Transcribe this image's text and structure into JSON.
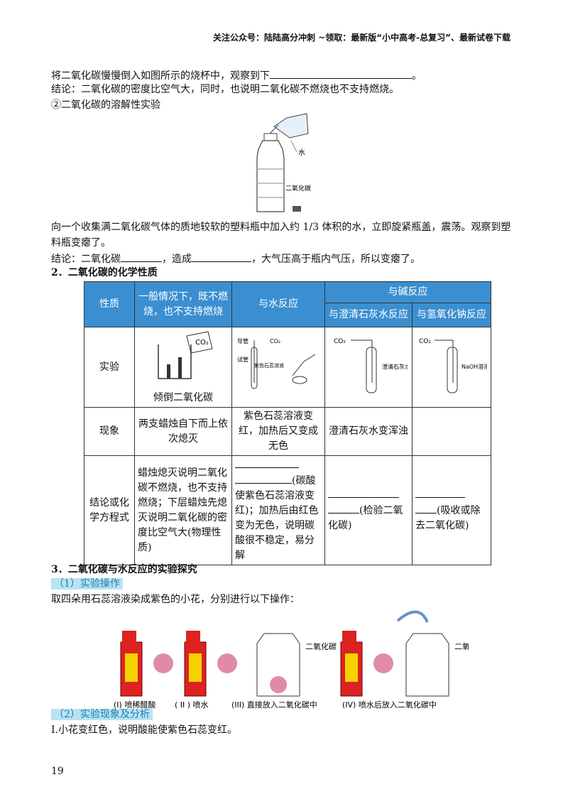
{
  "header": "关注公众号：陆陆高分冲刺 ~领取：最新版“小中高考-总复习”、最新试卷下载",
  "p1": {
    "before": "将二氧化碳慢慢倒入如图所示的烧杯中，观察到下",
    "after": "。"
  },
  "p2": "结论：二氧化碳的密度比空气大，同时，也说明二氧化碳不燃烧也不支持燃烧。",
  "p3": "②二氧化碳的溶解性实验",
  "bottle_fig": {
    "label_water": "水",
    "label_co2": "二氧化碳"
  },
  "p4a": "向一个收集满二氧化碳气体的质地较软的塑料瓶中加入约 1/3 体积的水，立即旋紧瓶盖，震荡。观察到塑",
  "p4b": "料瓶变瘪了。",
  "p5": {
    "a": "结论：二氧化碳",
    "b": "，造成",
    "c": "，大气压高于瓶内气压，所以变瘪了。"
  },
  "sec2": "2．二氧化碳的化学性质",
  "table": {
    "h_prop": "性质",
    "h_noburn": "一般情况下，既不燃烧，也不支持燃烧",
    "h_water": "与水反应",
    "h_base": "与碱反应",
    "h_lime": "与澄清石灰水反应",
    "h_naoh": "与氢氧化钠反应",
    "r_exp": "实验",
    "exp_caption": "倾倒二氧化碳",
    "exp_co2": "CO₂",
    "exp_labels": {
      "stone": "导管",
      "co2b": "CO₂",
      "tube": "试管",
      "litmus": "紫色石蕊溶液",
      "co2c": "CO₂",
      "lime": "澄清石灰水",
      "co2d": "CO₂",
      "naoh": "NaOH溶液"
    },
    "r_phen": "现象",
    "phen_noburn": "两支蜡烛自下而上依次熄灭",
    "phen_water": "紫色石蕊溶液变红，加热后又变成无色",
    "phen_lime": "澄清石灰水变浑浊",
    "r_concl": "结论或化学方程式",
    "concl_noburn": "蜡烛熄灭说明二氧化碳不燃烧，也不支持燃烧；下层蜡烛先熄灭说明二氧化碳的密度比空气大(物理性质)",
    "concl_water": "(碳酸使紫色石蕊溶液变红)；加热后由红色变为无色，说明碳酸很不稳定，易分解",
    "concl_lime": "(检验二氧化碳)",
    "concl_naoh": "(吸收或除去二氧化碳)"
  },
  "sec3": "3．二氧化碳与水反应的实验探究",
  "sub1": "（1）实验操作",
  "p6": "取四朵用石蕊溶液染成紫色的小花，分别进行以下操作：",
  "flowers": {
    "co2": "二氧化碳",
    "c1": "(I) 喷稀醋酸",
    "c2": "( II ) 喷水",
    "c3": "(III) 直接放入二氧化碳中",
    "c4": "(IV) 喷水后放入二氧化碳中"
  },
  "sub2": "（2）实验现象及分析",
  "p7": "I.小花变红色，说明酸能使紫色石蕊变红。",
  "page_number": "19"
}
